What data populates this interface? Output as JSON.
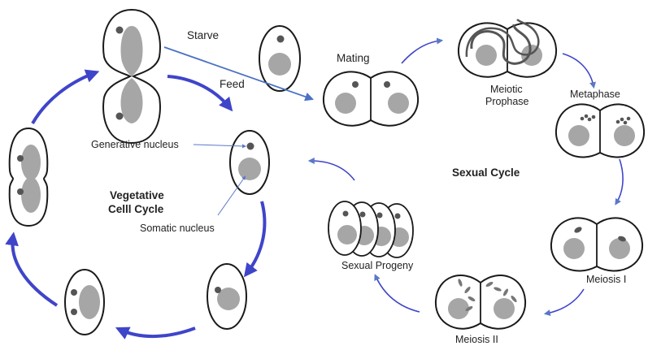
{
  "labels": {
    "starve": "Starve",
    "feed": "Feed",
    "mating": "Mating",
    "meiotic_line1": "Meiotic",
    "meiotic_line2": "Prophase",
    "metaphase": "Metaphase",
    "sexual_cycle": "Sexual Cycle",
    "meiosis_one": "Meiosis I",
    "meiosis_two": "Meiosis II",
    "sexual_progeny": "Sexual Progeny",
    "generative_nucleus": "Generative nucleus",
    "somatic_nucleus": "Somatic nucleus",
    "vegetative_line1": "Vegetative",
    "vegetative_line2": "Celll Cycle"
  },
  "colors": {
    "cycle_arrow": "#3f45c9",
    "thin_arrow": "#5a78c8",
    "starve_line": "#4a72c4",
    "cell_outline": "#1a1a1a",
    "nucleus_large": "#a6a6a6",
    "nucleus_small": "#555555"
  }
}
